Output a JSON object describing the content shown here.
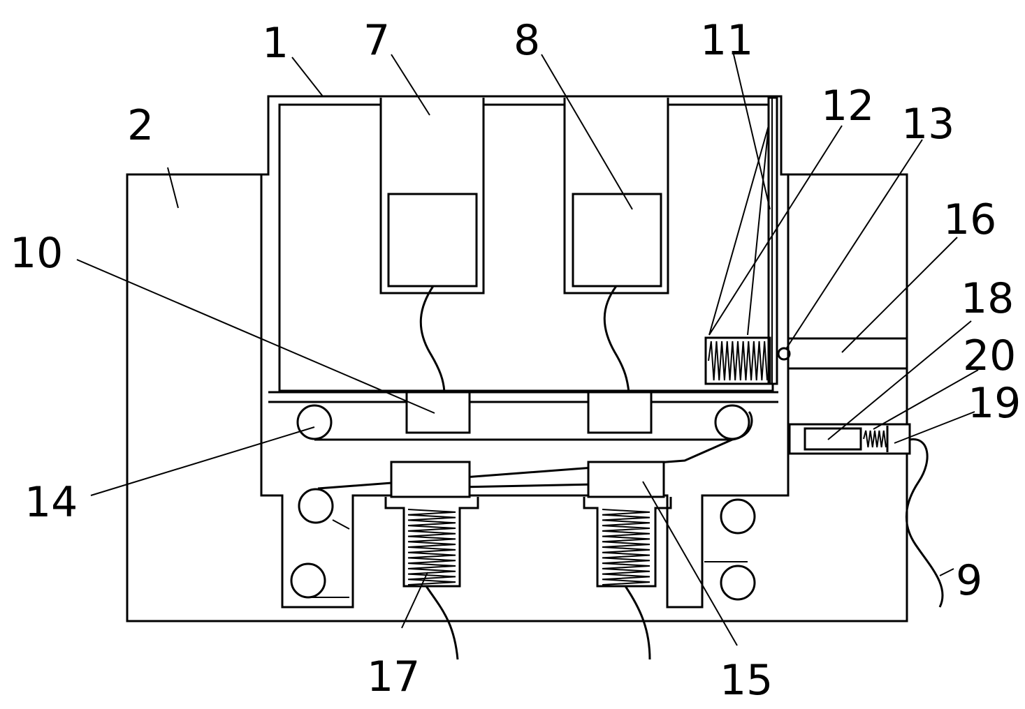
{
  "labels": {
    "l1": "1",
    "l2": "2",
    "l7": "7",
    "l8": "8",
    "l9": "9",
    "l10": "10",
    "l11": "11",
    "l12": "12",
    "l13": "13",
    "l14": "14",
    "l15": "15",
    "l16": "16",
    "l17": "17",
    "l18": "18",
    "l19": "19",
    "l20": "20"
  }
}
